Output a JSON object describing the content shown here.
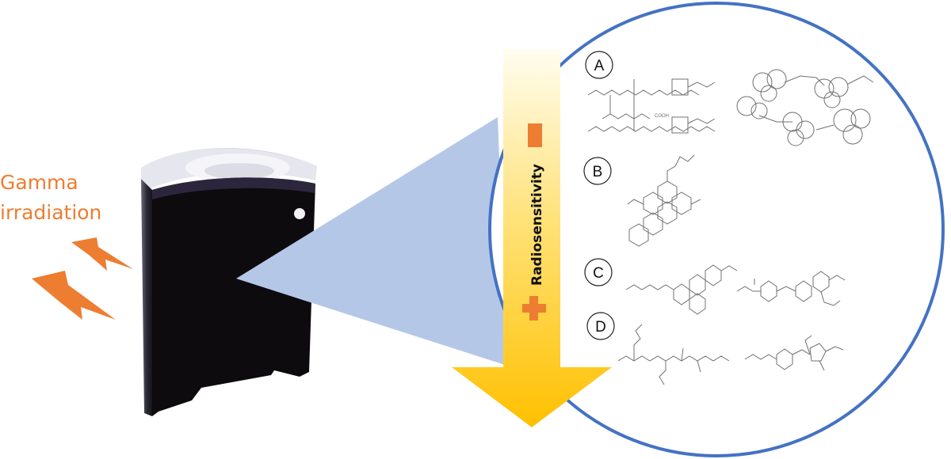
{
  "source_label": "Gamma\nirradiation",
  "arrow": {
    "label": "Radiosensitivity",
    "low_sign": "-",
    "high_sign": "+"
  },
  "groups": [
    "A",
    "B",
    "C",
    "D"
  ],
  "colors": {
    "accent_orange": "#ed7d31",
    "circle_blue": "#4472c4",
    "beam_blue": "#b4c7e7",
    "arrow_yellow": "#ffc000",
    "sample_black": "#0d0b0e",
    "molecule_gray": "#707070"
  },
  "molecule_annotations": {
    "cooh": "COOH"
  }
}
